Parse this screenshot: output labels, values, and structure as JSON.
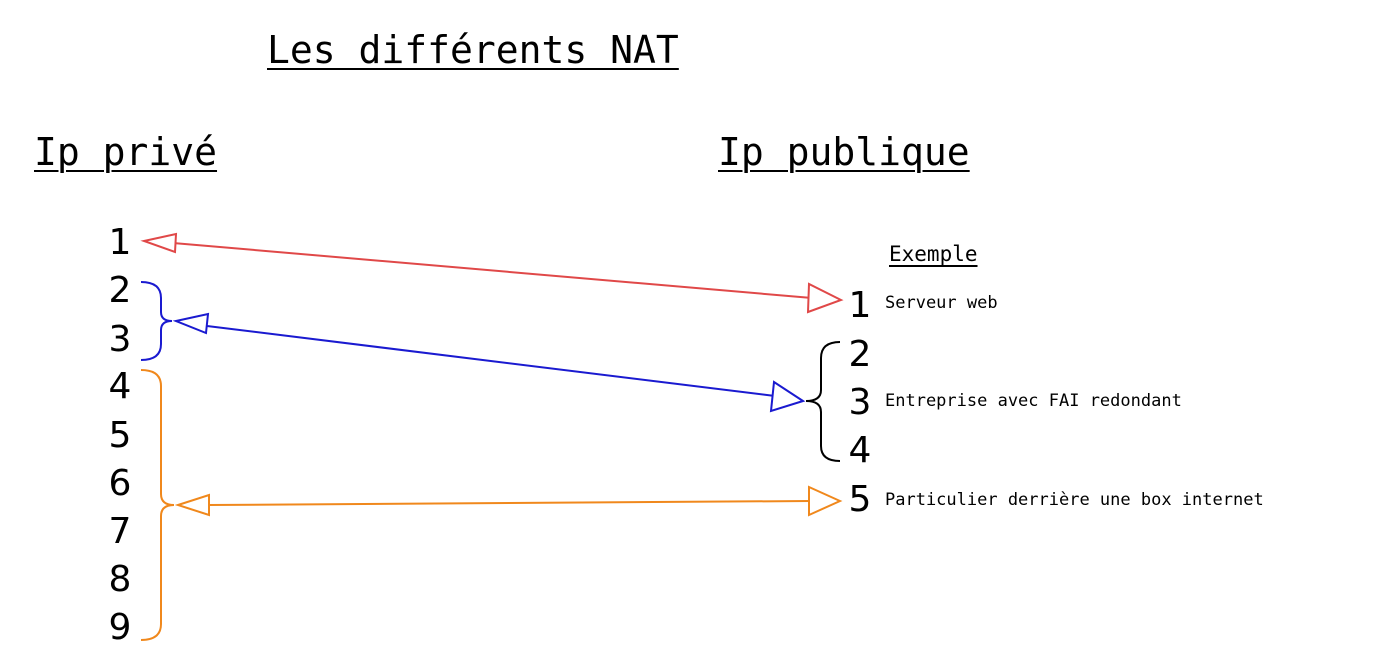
{
  "title": "Les différents NAT",
  "left_column": {
    "heading": "Ip privé",
    "numbers": [
      "1",
      "2",
      "3",
      "4",
      "5",
      "6",
      "7",
      "8",
      "9"
    ]
  },
  "right_column": {
    "heading": "Ip publique",
    "example_heading": "Exemple",
    "numbers": [
      "1",
      "2",
      "3",
      "4",
      "5"
    ],
    "descriptions": {
      "one": "Serveur web",
      "many": "Entreprise avec FAI redondant",
      "box": "Particulier derrière une box internet"
    }
  },
  "colors": {
    "one_to_one": "#e04848",
    "many_to_many": "#1a1ad0",
    "many_to_one": "#f0881c",
    "right_bracket": "#000000"
  }
}
